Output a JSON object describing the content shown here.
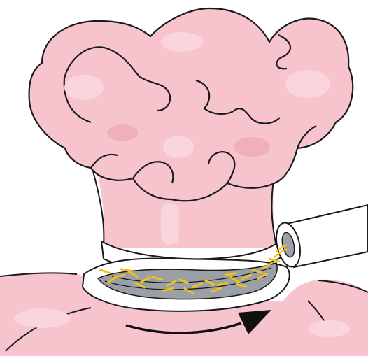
{
  "diagram": {
    "colors": {
      "background": "#ffffff",
      "tissue": "#f7c4cd",
      "tissue_highlight": "#fad6dc",
      "tissue_shadow": "#efb0bc",
      "outline": "#1a1a1a",
      "band": "#ffffff",
      "band_shadow": "#e6e6e6",
      "lumen": "#9aa0a6",
      "flecks": "#f2c21b",
      "tube": "#ffffff",
      "tube_outline": "#1a1a1a",
      "arrow": "#111111"
    },
    "elements": [
      {
        "name": "tissue-mass",
        "icon": "lobulated-mass"
      },
      {
        "name": "neck-stalk",
        "icon": "stalk"
      },
      {
        "name": "base-tissue",
        "icon": "tissue-base"
      },
      {
        "name": "constricting-band",
        "icon": "ring"
      },
      {
        "name": "yellow-flecks",
        "icon": "flecks"
      },
      {
        "name": "suction-tube",
        "icon": "cylinder-tube"
      },
      {
        "name": "rotation-arrow",
        "icon": "curved-arrow"
      }
    ]
  }
}
